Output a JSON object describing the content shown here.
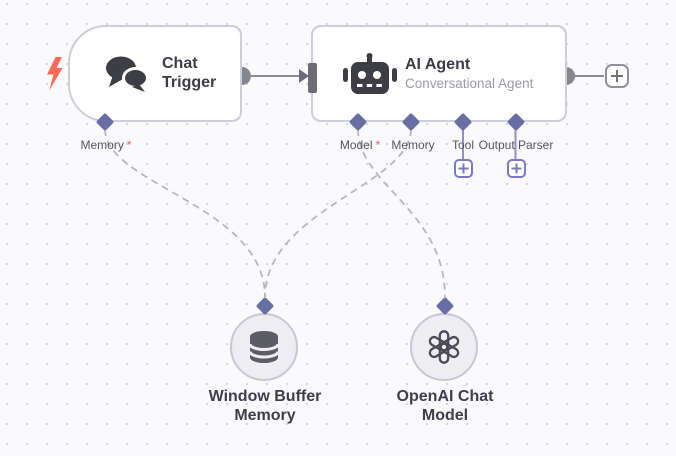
{
  "app": {
    "name": "workflow-canvas"
  },
  "colors": {
    "canvas_background": "#fafafc",
    "grid_dot": "#d8d8e3",
    "node_border": "#cdcddb",
    "node_fill": "#ffffff",
    "port_diamond_purple": "#686da3",
    "plus_button_purple": "#7879c0",
    "plus_button_gray": "#90909a",
    "connector_gray": "#86868e",
    "dashed_wire_gray": "#b6b6c4",
    "trigger_bolt_red": "#ff6a55",
    "required_asterisk_red": "#f25f5f",
    "icon_dark": "#3d3d46"
  },
  "nodes": {
    "chat_trigger": {
      "title": "Chat Trigger",
      "icon": "chat-bubbles-icon",
      "badge_icon": "lightning-bolt-icon",
      "ports": [
        {
          "label": "Memory",
          "required_mark": "*"
        }
      ]
    },
    "ai_agent": {
      "title": "AI Agent",
      "subtitle": "Conversational Agent",
      "icon": "robot-icon",
      "ports": [
        {
          "label": "Model",
          "required_mark": "*"
        },
        {
          "label": "Memory"
        },
        {
          "label": "Tool"
        },
        {
          "label": "Output Parser"
        }
      ]
    },
    "window_buffer_memory": {
      "title": "Window Buffer Memory",
      "icon": "database-icon"
    },
    "openai_chat_model": {
      "title": "OpenAI Chat Model",
      "icon": "openai-icon"
    }
  },
  "connections": [
    {
      "from": "Chat Trigger",
      "to": "AI Agent",
      "style": "solid-arrow"
    },
    {
      "from": "Window Buffer Memory",
      "to": "Chat Trigger / Memory",
      "style": "dashed"
    },
    {
      "from": "Window Buffer Memory",
      "to": "AI Agent / Memory",
      "style": "dashed"
    },
    {
      "from": "OpenAI Chat Model",
      "to": "AI Agent / Model",
      "style": "dashed"
    }
  ]
}
